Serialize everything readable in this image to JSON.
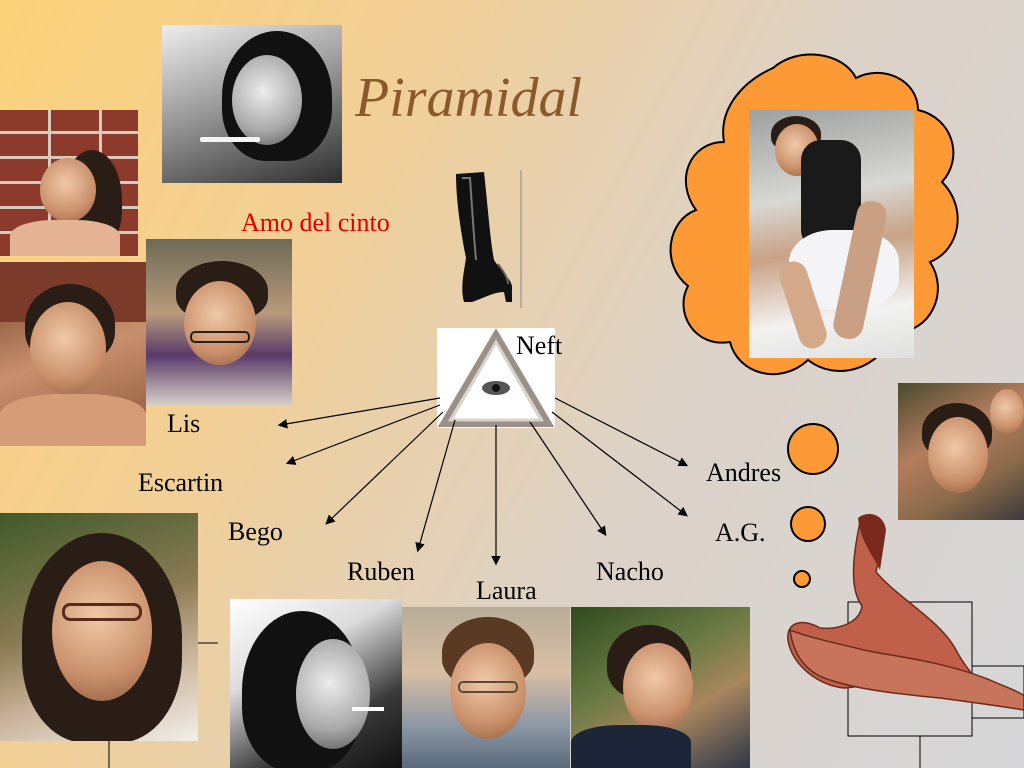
{
  "slide": {
    "title": "Piramidal",
    "top_label": "Amo del cinto",
    "center_label": "Neft",
    "names": {
      "lis": "Lis",
      "escartin": "Escartin",
      "bego": "Bego",
      "ruben": "Ruben",
      "laura": "Laura",
      "nacho": "Nacho",
      "andres": "Andres",
      "ag": "A.G."
    }
  },
  "colors": {
    "title": "#8b5a2b",
    "top_label": "#e00000",
    "cloud_fill": "#fd9a36",
    "figure_fill": "#c0604a"
  }
}
